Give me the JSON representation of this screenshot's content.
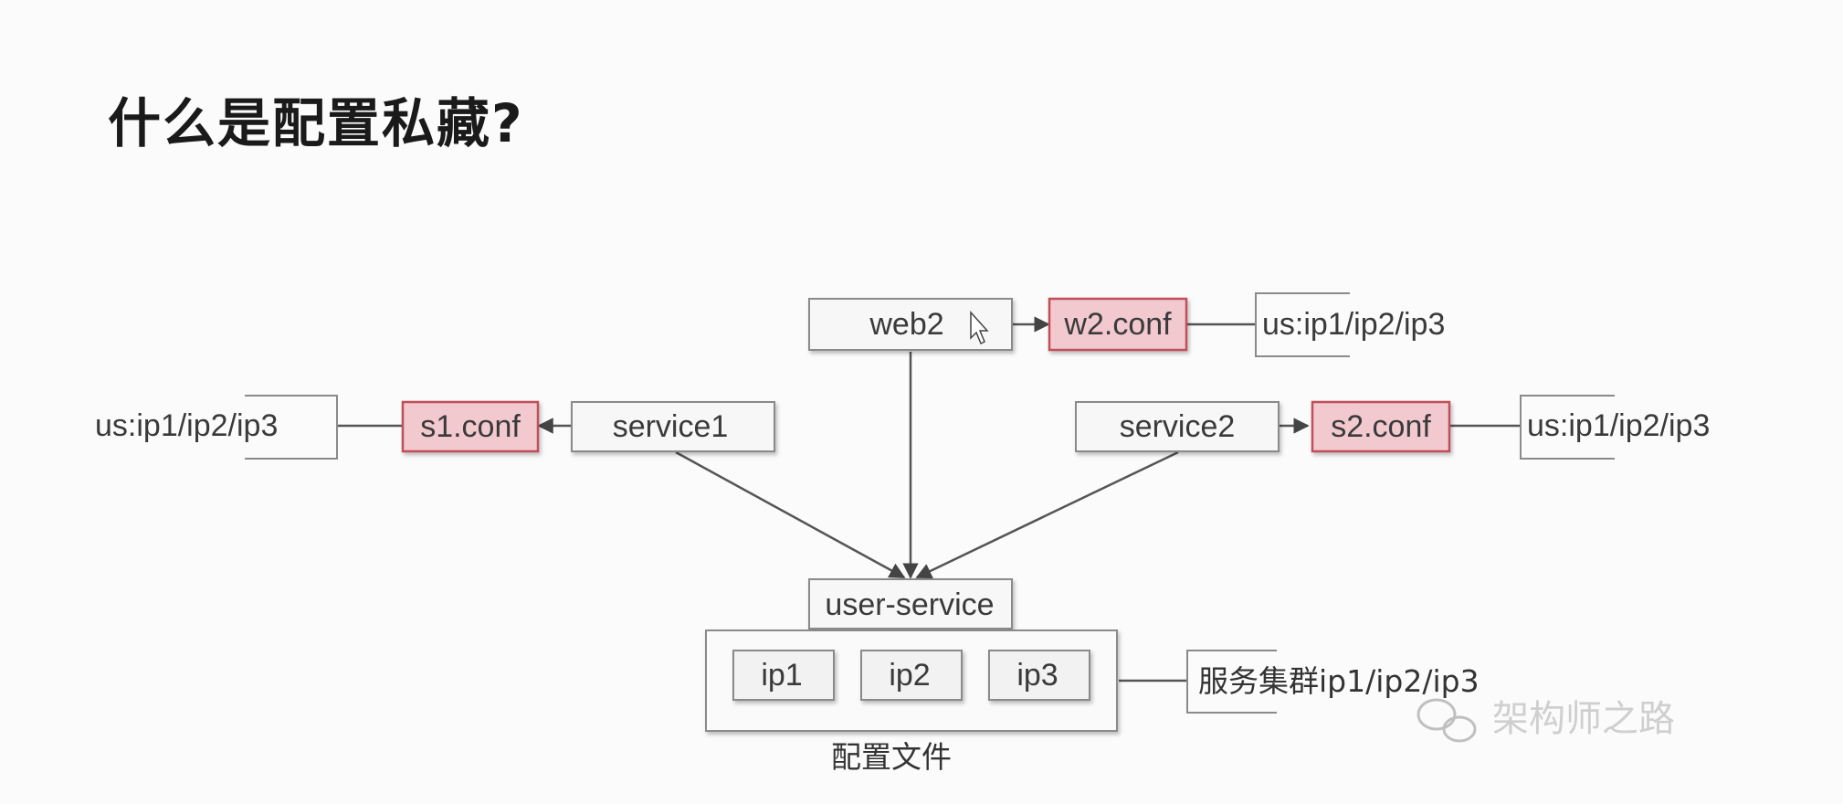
{
  "page": {
    "title": "什么是配置私藏?"
  },
  "diagram": {
    "nodes": {
      "web2": "web2",
      "w2conf": "w2.conf",
      "ip_list_top": "us:ip1/ip2/ip3",
      "service1": "service1",
      "s1conf": "s1.conf",
      "ip_list_left": "us:ip1/ip2/ip3",
      "service2": "service2",
      "s2conf": "s2.conf",
      "ip_list_right": "us:ip1/ip2/ip3",
      "user_service": "user-service",
      "ip1": "ip1",
      "ip2": "ip2",
      "ip3": "ip3",
      "cluster_note": "服务集群ip1/ip2/ip3",
      "config_file_label": "配置文件"
    },
    "colors": {
      "conf_fill": "#f2c9cf",
      "conf_border": "#c0505a",
      "box_fill": "#f7f7f7",
      "box_border": "#8a8a8a",
      "line": "#555555"
    }
  },
  "watermark": {
    "text": "架构师之路"
  }
}
